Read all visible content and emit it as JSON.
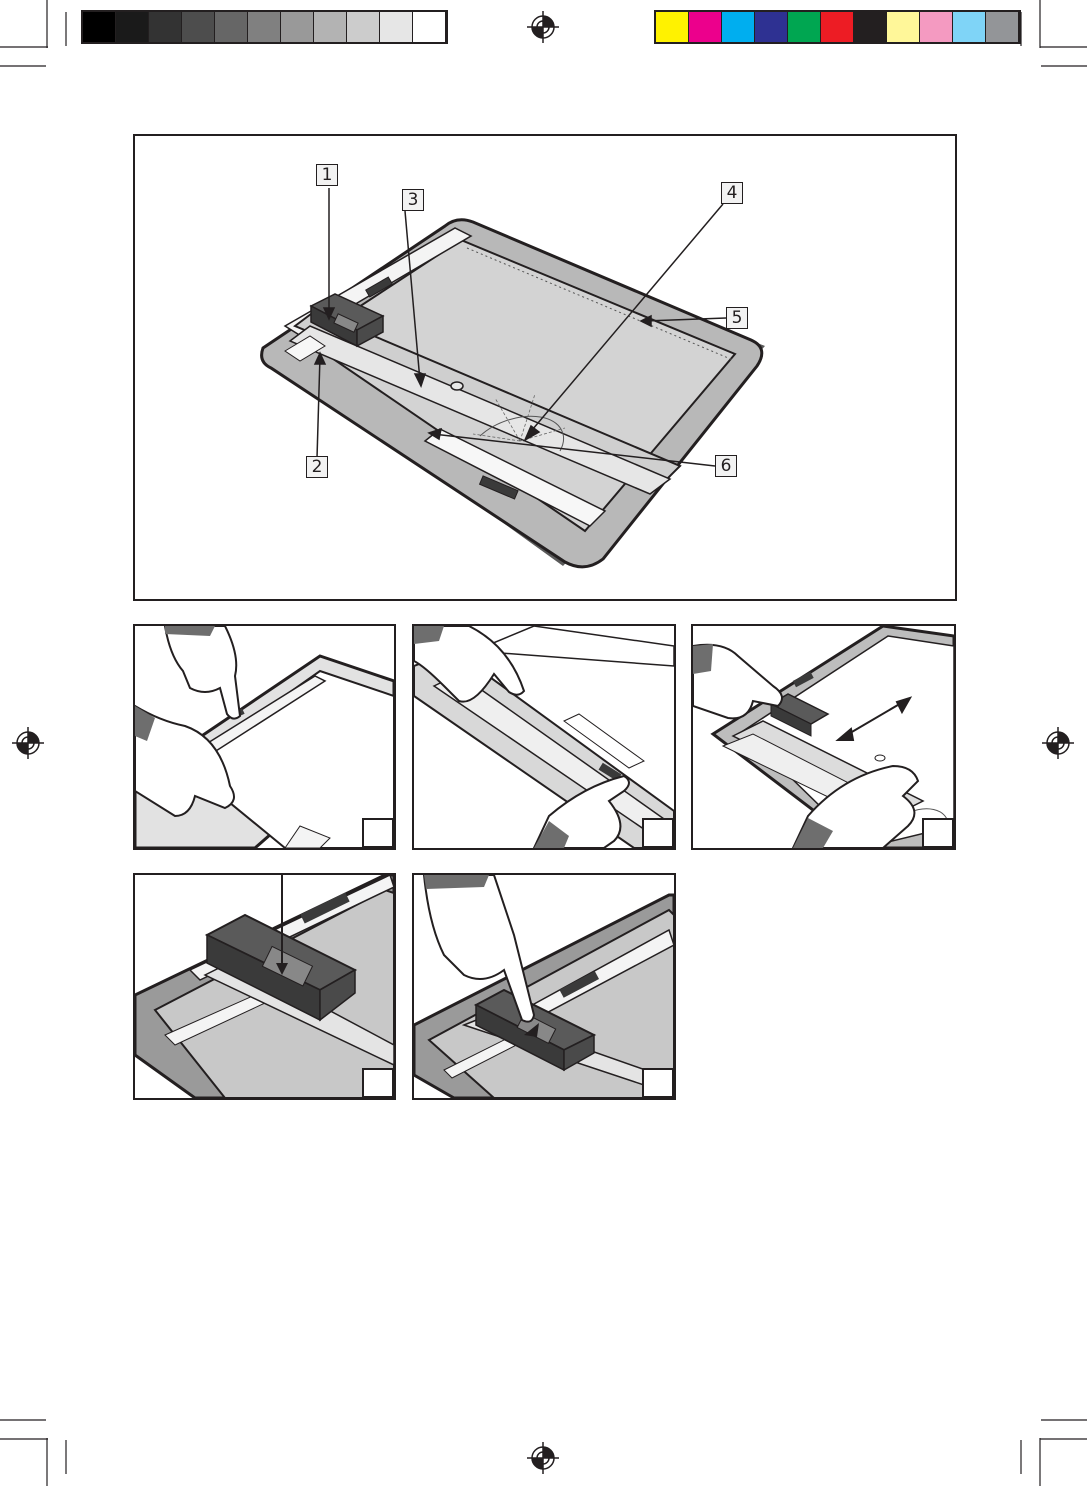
{
  "print_marks": {
    "grayscale_swatches": [
      "#000000",
      "#1a1a1a",
      "#333333",
      "#4d4d4d",
      "#666666",
      "#808080",
      "#999999",
      "#b3b3b3",
      "#cccccc",
      "#e6e6e6",
      "#ffffff"
    ],
    "color_swatches": [
      "#fff200",
      "#ec008c",
      "#00aeef",
      "#2e3192",
      "#00a651",
      "#ed1c24",
      "#231f20",
      "#fff799",
      "#f49ac1",
      "#7fd4f7",
      "#939598"
    ]
  },
  "overview": {
    "callouts": [
      "1",
      "2",
      "3",
      "4",
      "5",
      "6"
    ]
  },
  "steps": [
    {
      "number": ""
    },
    {
      "number": ""
    },
    {
      "number": ""
    },
    {
      "number": ""
    },
    {
      "number": ""
    }
  ],
  "colors": {
    "ink": "#231f20",
    "board_gray": "#c8c8c8",
    "board_dark": "#6e6e6e"
  }
}
